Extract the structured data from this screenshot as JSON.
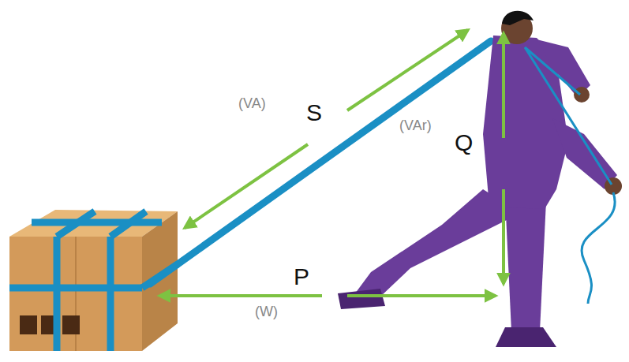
{
  "diagram": {
    "labels": [
      "(VA)",
      "S",
      "(VAr)",
      "Q",
      "P",
      "(W)"
    ]
  }
}
